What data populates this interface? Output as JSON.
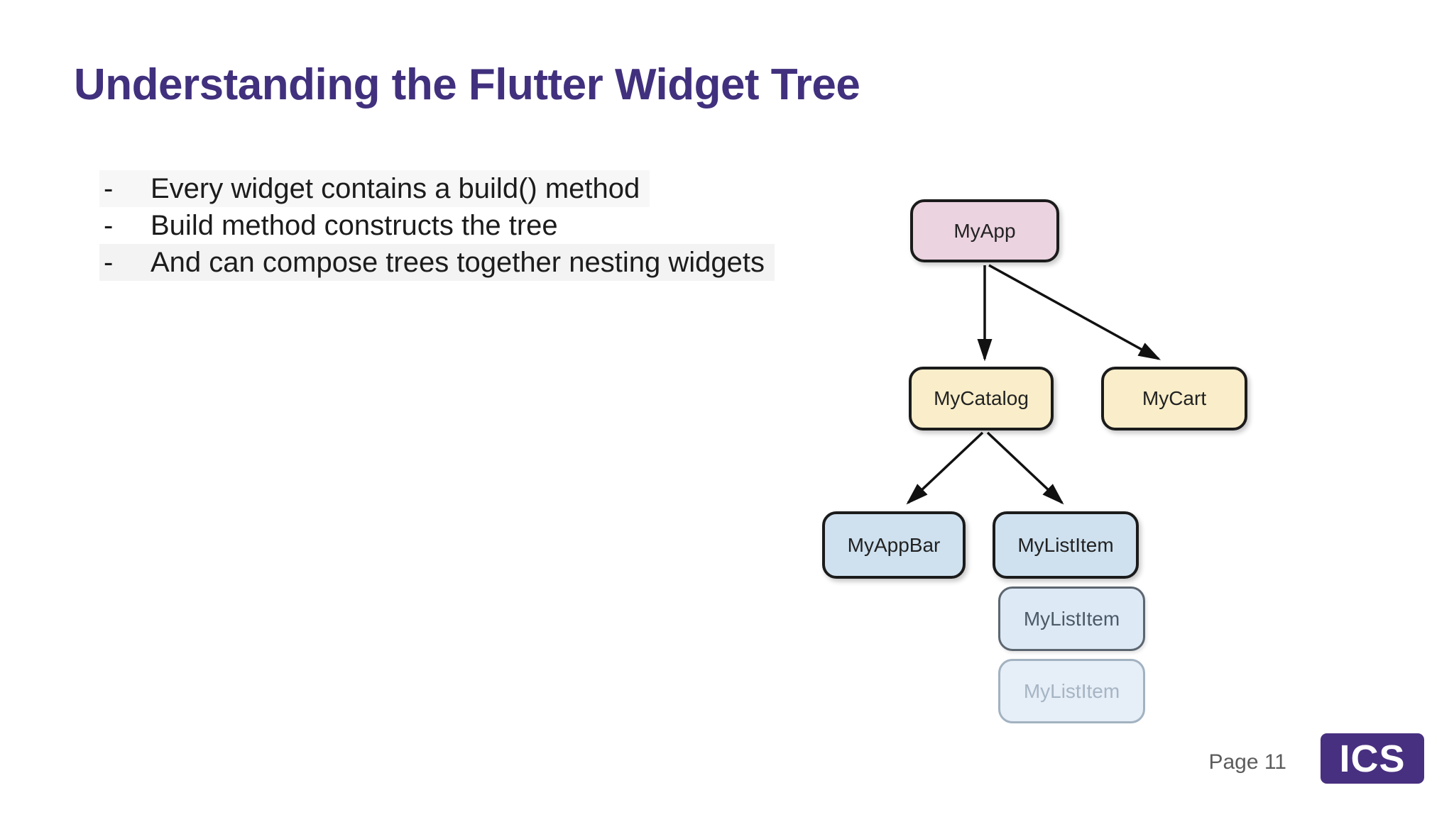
{
  "slide": {
    "title": "Understanding the Flutter Widget Tree",
    "bullet_marker": "-",
    "bullets": [
      "Every widget contains a build() method",
      "Build method constructs the tree",
      "And can compose trees together nesting widgets"
    ],
    "footer": {
      "page_label": "Page 11",
      "logo_text": "ICS"
    }
  },
  "colors": {
    "title": "#41307d",
    "body_text": "#1c1c1c",
    "arrow": "#111111",
    "page_label_color": "#5c5c5c",
    "logo_bg": "#483080",
    "logo_text_color": "#ffffff"
  },
  "diagram": {
    "nodes": [
      {
        "id": "myapp",
        "label": "MyApp",
        "fill": "#ecd3e0",
        "border": "#1b1b1b",
        "text": "#222222"
      },
      {
        "id": "mycatalog",
        "label": "MyCatalog",
        "fill": "#faeeca",
        "border": "#1b1b1b",
        "text": "#222222"
      },
      {
        "id": "mycart",
        "label": "MyCart",
        "fill": "#faeeca",
        "border": "#1b1b1b",
        "text": "#222222"
      },
      {
        "id": "myappbar",
        "label": "MyAppBar",
        "fill": "#cfe1ef",
        "border": "#1b1b1b",
        "text": "#222222"
      },
      {
        "id": "mylistitem1",
        "label": "MyListItem",
        "fill": "#cfe1ef",
        "border": "#1b1b1b",
        "text": "#222222"
      },
      {
        "id": "mylistitem2",
        "label": "MyListItem",
        "fill": "#dde9f5",
        "border": "#5c6670",
        "text": "#4c5a68"
      },
      {
        "id": "mylistitem3",
        "label": "MyListItem",
        "fill": "#e6eef7",
        "border": "#a2b2c0",
        "text": "#a6b5c4"
      }
    ],
    "edges": [
      {
        "from": "MyApp",
        "to": "MyCatalog"
      },
      {
        "from": "MyApp",
        "to": "MyCart"
      },
      {
        "from": "MyCatalog",
        "to": "MyAppBar"
      },
      {
        "from": "MyCatalog",
        "to": "MyListItem"
      }
    ]
  }
}
